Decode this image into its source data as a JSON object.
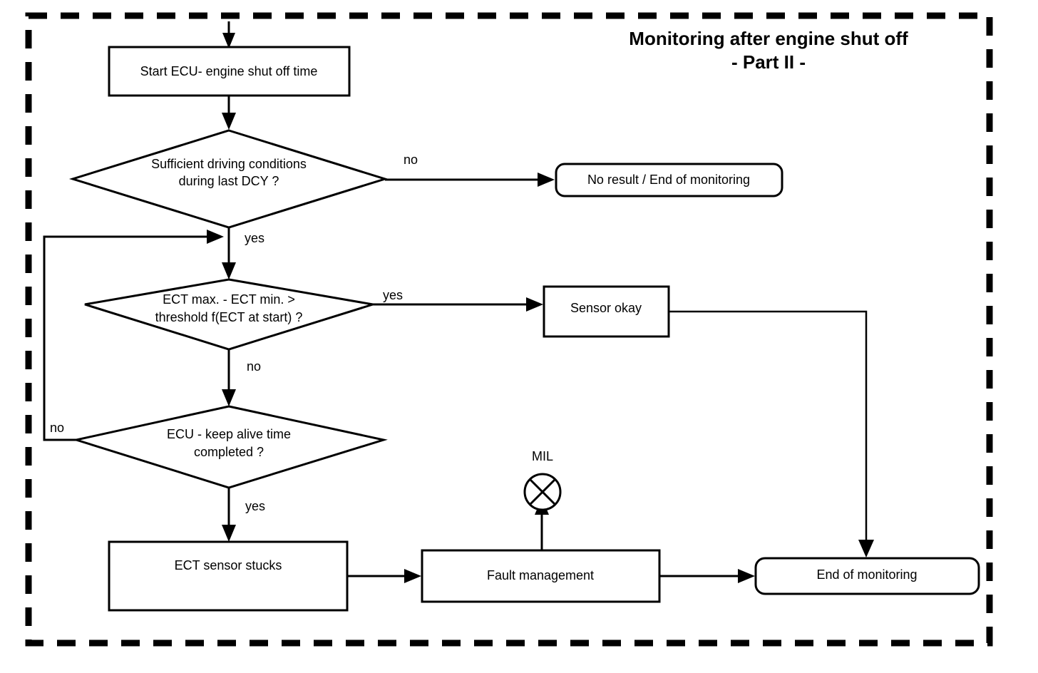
{
  "diagram": {
    "title": {
      "line1": "Monitoring after engine shut off",
      "line2": "- Part II -"
    },
    "frame": {
      "style": "dashed",
      "color": "#000000"
    },
    "nodes": {
      "start_timer": {
        "label": "Start ECU- engine shut off  time",
        "shape": "rectangle"
      },
      "driving_conditions": {
        "label_line1": "Sufficient driving conditions",
        "label_line2": "during last DCY  ?",
        "shape": "diamond"
      },
      "no_result": {
        "label": "No result / End of monitoring",
        "shape": "rounded-rectangle"
      },
      "ect_threshold": {
        "label_line1": "ECT max. - ECT min. >",
        "label_line2": "threshold f(ECT at start) ?",
        "shape": "diamond"
      },
      "sensor_okay": {
        "label": "Sensor okay",
        "shape": "rectangle"
      },
      "keep_alive": {
        "label_line1": "ECU - keep alive time",
        "label_line2": "completed ?",
        "shape": "diamond"
      },
      "sensor_stucks": {
        "label": "ECT sensor stucks",
        "shape": "rectangle"
      },
      "fault_management": {
        "label": "Fault management",
        "shape": "rectangle"
      },
      "end_of_monitoring": {
        "label": "End of monitoring",
        "shape": "rounded-rectangle"
      },
      "mil": {
        "label": "MIL",
        "shape": "circle-with-cross"
      }
    },
    "edge_labels": {
      "driving_no": "no",
      "driving_yes": "yes",
      "ect_yes": "yes",
      "ect_no": "no",
      "keepalive_no": "no",
      "keepalive_yes": "yes"
    }
  }
}
